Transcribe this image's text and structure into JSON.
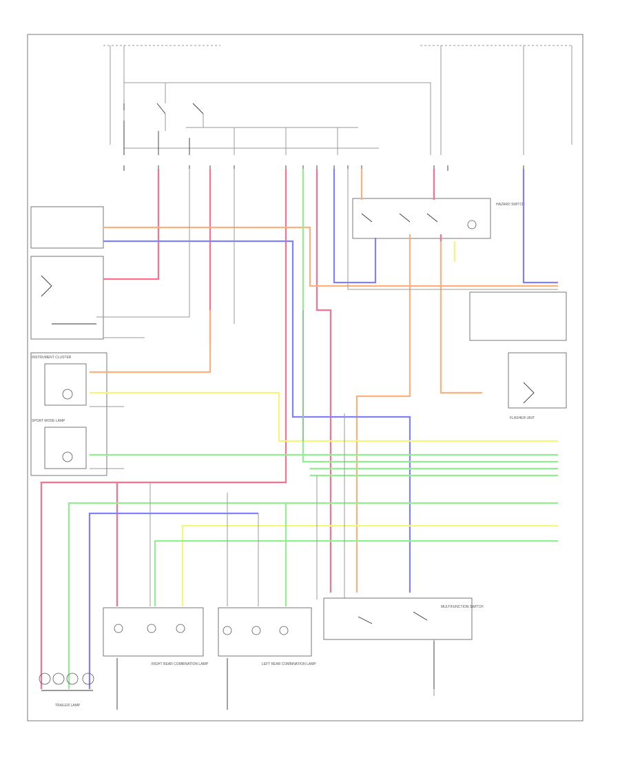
{
  "colors": {
    "pink": "#ff6f8d",
    "orange": "#ffb07a",
    "blue": "#7f7fff",
    "yellow": "#f5f57a",
    "green": "#8ef08e",
    "grey": "#9a9a9a",
    "frame": "#777777"
  },
  "components": {
    "trailer_lamp": "TRAILER LAMP",
    "flasher_unit": "FLASHER UNIT",
    "hazard_switch": "HAZARD SWITCH",
    "instrument_cluster": "INSTRUMENT CLUSTER",
    "sport_mode_lamp": "SPORT MODE LAMP",
    "right_rear_combination_lamp": "RIGHT REAR COMBINATION LAMP",
    "left_rear_combination_lamp": "LEFT REAR COMBINATION LAMP",
    "multifunction_switch": "MULTIFUNCTION SWITCH"
  }
}
